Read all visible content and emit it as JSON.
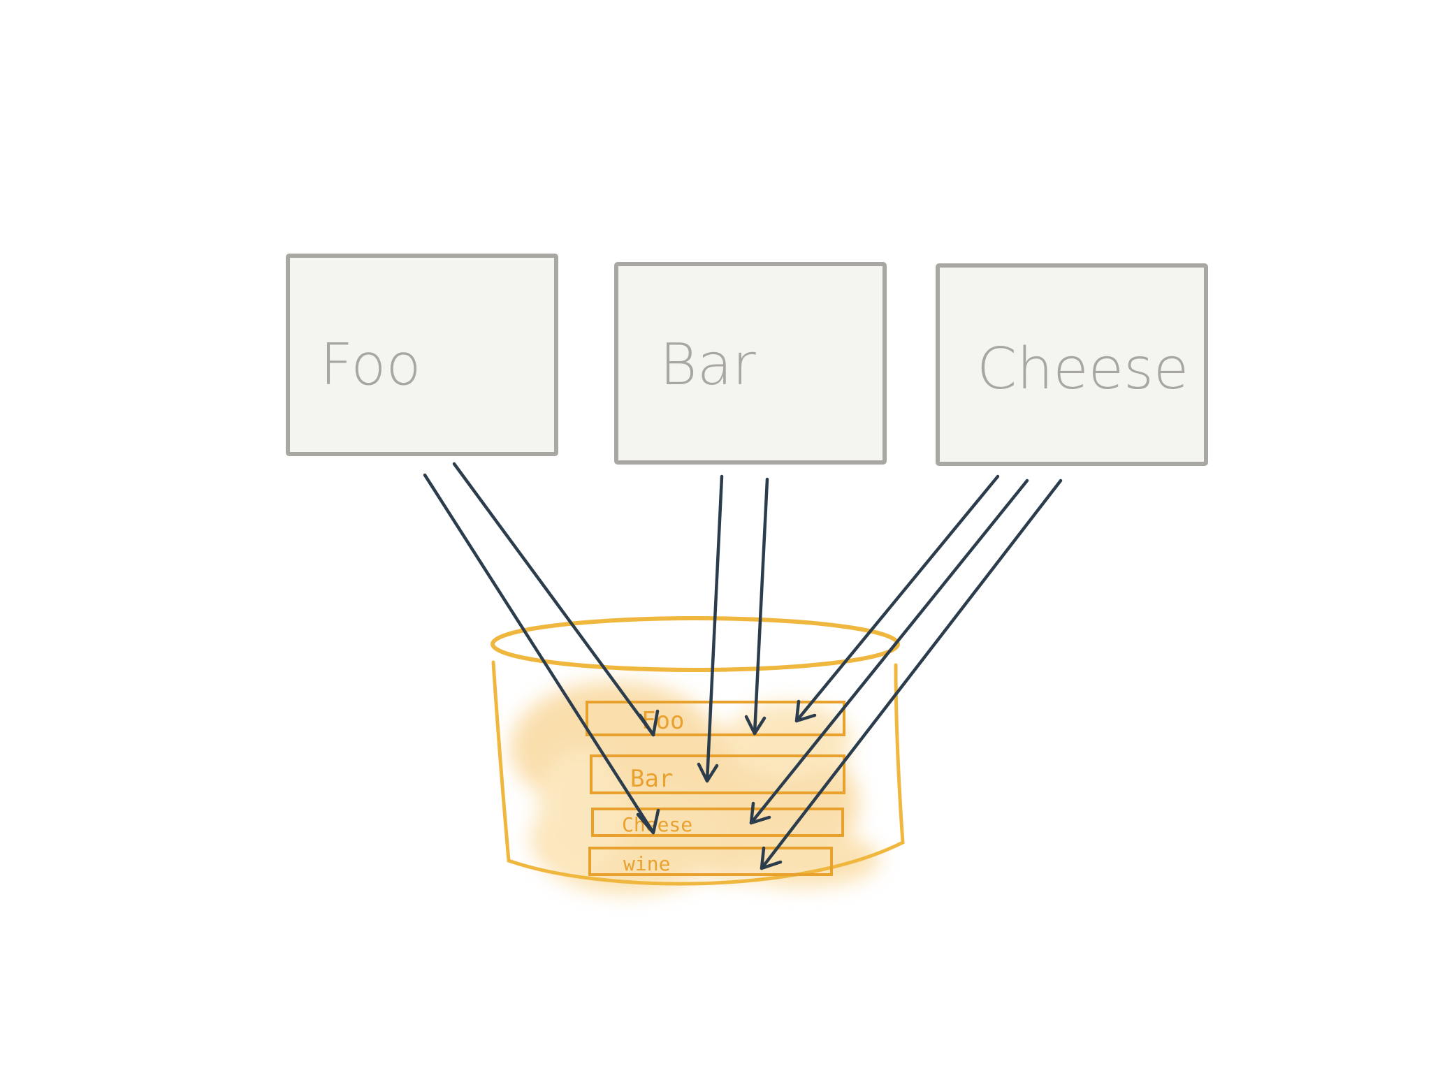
{
  "boxes": [
    {
      "id": "foo",
      "label": "Foo"
    },
    {
      "id": "bar",
      "label": "Bar"
    },
    {
      "id": "cheese",
      "label": "Cheese"
    }
  ],
  "database": {
    "rows": [
      {
        "id": "foo",
        "label": "Foo"
      },
      {
        "id": "bar",
        "label": "Bar"
      },
      {
        "id": "cheese",
        "label": "Cheese"
      },
      {
        "id": "wine",
        "label": "wine"
      }
    ]
  },
  "colors": {
    "box_fill": "#f4f4f1",
    "box_stroke": "#a9a7a1",
    "box_text": "#a8a6a0",
    "db_stroke": "#f0b73f",
    "db_wash": "#f8cf7d",
    "row_stroke": "#e9a12e",
    "arrow": "#2b3d4c"
  },
  "edges": [
    {
      "from": "foo",
      "to": "foo"
    },
    {
      "from": "foo",
      "to": "cheese"
    },
    {
      "from": "bar",
      "to": "bar"
    },
    {
      "from": "bar",
      "to": "foo"
    },
    {
      "from": "cheese",
      "to": "foo"
    },
    {
      "from": "cheese",
      "to": "cheese"
    },
    {
      "from": "cheese",
      "to": "wine"
    }
  ]
}
